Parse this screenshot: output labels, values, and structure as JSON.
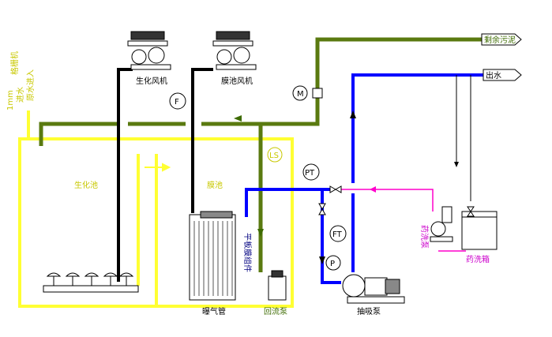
{
  "labels": {
    "bio_blower": "生化风机",
    "mbr_blower": "膜池风机",
    "bio_tank": "生化池",
    "mbr_tank": "膜池",
    "aeration_pipe": "曝气管",
    "membrane_module": "平板膜组件",
    "return_pump": "回流泵",
    "suction_pump": "抽吸泵",
    "chem_tank": "药洗箱",
    "chem_pump": "药洗泵",
    "excess_sludge": "剩余污泥",
    "outlet_water": "出水",
    "screen_size": "1mm",
    "inlet_left_a": "进水",
    "inlet_left_b": "原水进入",
    "inlet_left_c": "格栅机"
  },
  "instruments": {
    "flow": "F",
    "motor": "M",
    "level": "LS",
    "pressure_t": "PT",
    "pressure": "P",
    "flow_t": "FT"
  },
  "colors": {
    "tank": "#ffff33",
    "air": "#5a7a10",
    "water": "#0000ff",
    "chemical": "#ff00cc",
    "black": "#000000"
  }
}
